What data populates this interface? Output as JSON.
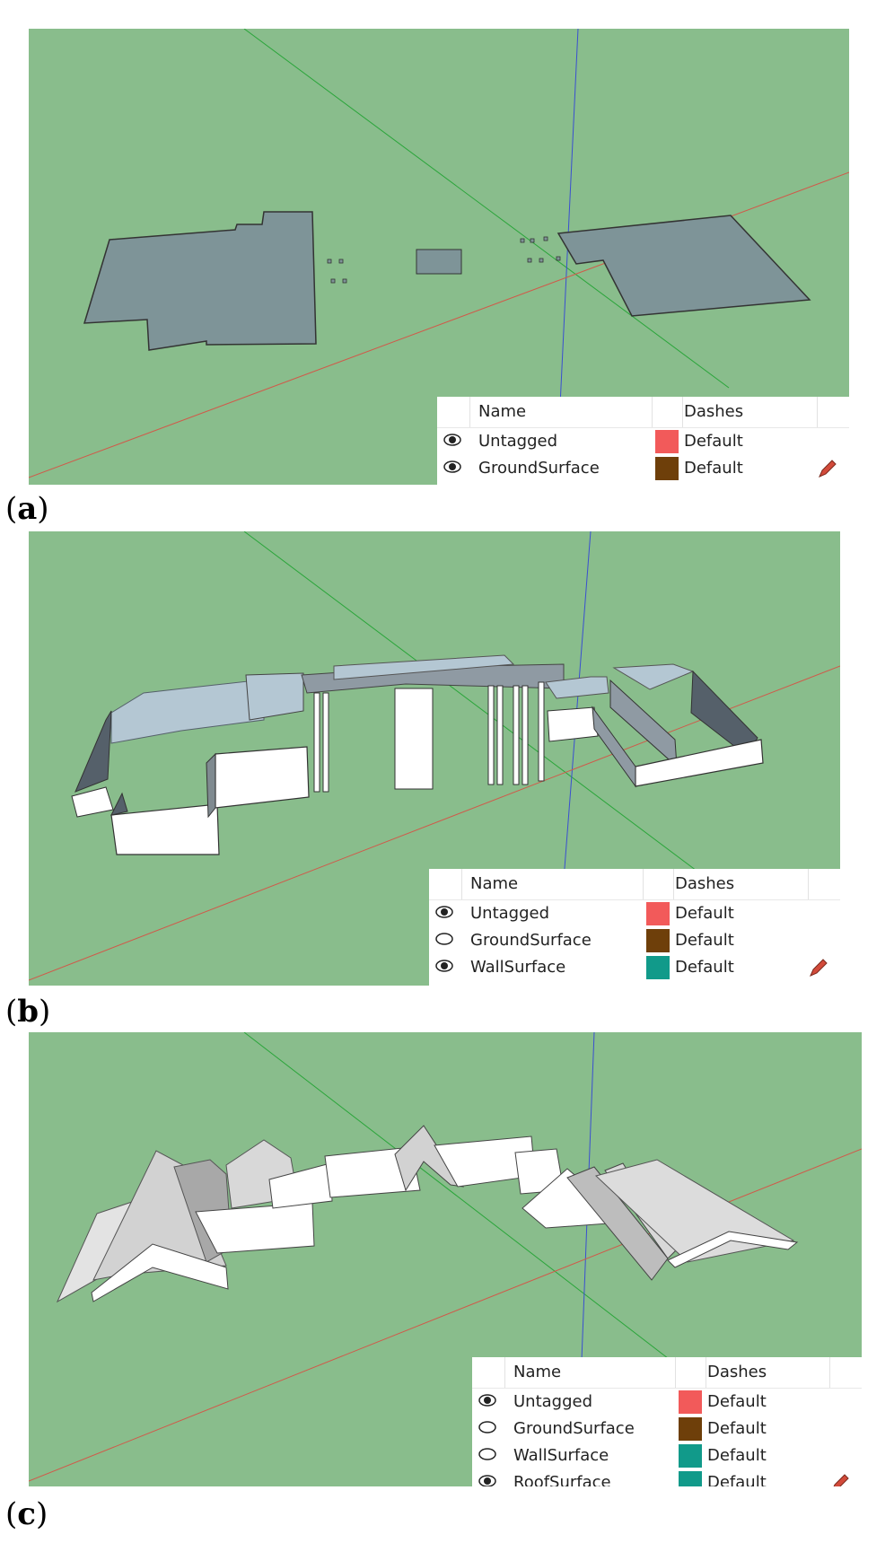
{
  "colors": {
    "background": "#89bd8c",
    "untagged": "#f25a5a",
    "ground": "#6e3f0a",
    "wall": "#119a8a",
    "roof": "#119a8a"
  },
  "panels": [
    {
      "caption": "a",
      "tags": {
        "col_name": "Name",
        "col_dashes": "Dashes",
        "rows": [
          {
            "name": "Untagged",
            "dashes": "Default",
            "visible": true
          },
          {
            "name": "GroundSurface",
            "dashes": "Default",
            "visible": true
          }
        ]
      }
    },
    {
      "caption": "b",
      "tags": {
        "col_name": "Name",
        "col_dashes": "Dashes",
        "rows": [
          {
            "name": "Untagged",
            "dashes": "Default",
            "visible": true
          },
          {
            "name": "GroundSurface",
            "dashes": "Default",
            "visible": false
          },
          {
            "name": "WallSurface",
            "dashes": "Default",
            "visible": true
          }
        ]
      }
    },
    {
      "caption": "c",
      "tags": {
        "col_name": "Name",
        "col_dashes": "Dashes",
        "rows": [
          {
            "name": "Untagged",
            "dashes": "Default",
            "visible": true
          },
          {
            "name": "GroundSurface",
            "dashes": "Default",
            "visible": false
          },
          {
            "name": "WallSurface",
            "dashes": "Default",
            "visible": false
          },
          {
            "name": "RoofSurface",
            "dashes": "Default",
            "visible": true
          }
        ]
      }
    }
  ]
}
